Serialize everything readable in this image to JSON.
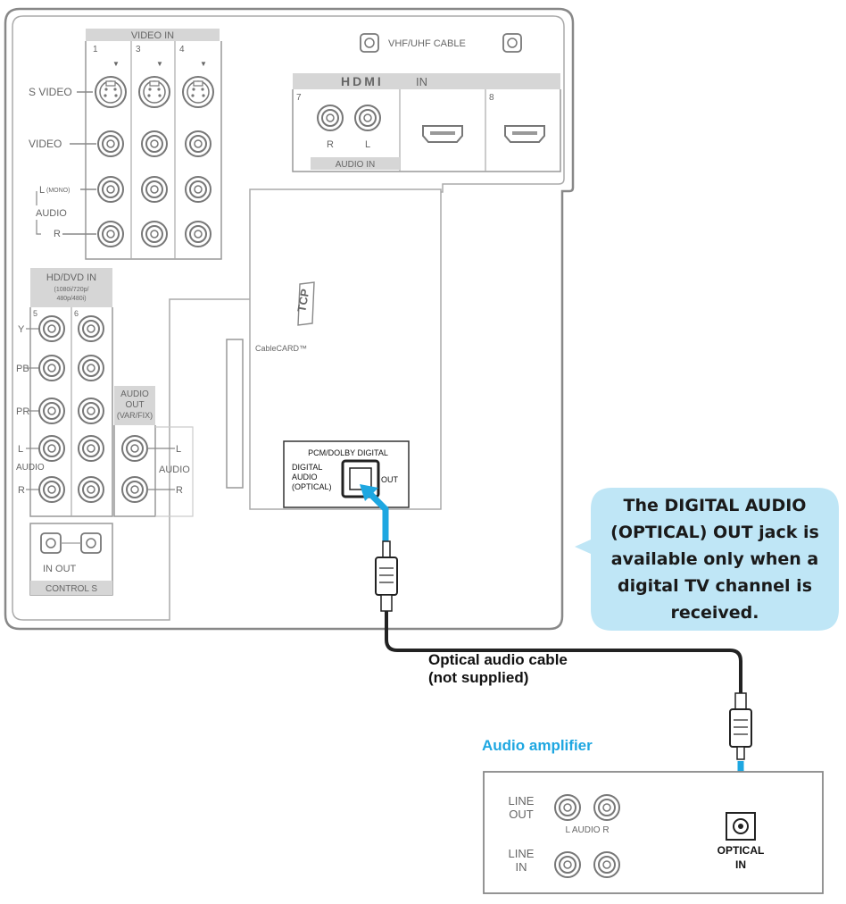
{
  "tv_panel": {
    "video_in": {
      "title": "VIDEO IN",
      "input_numbers": [
        "1",
        "3",
        "4"
      ],
      "s_video_label": "S VIDEO",
      "video_label": "VIDEO",
      "audio_l_label": "L",
      "mono_label": "(MONO)",
      "audio_label": "AUDIO",
      "audio_r_label": "R"
    },
    "cable": {
      "label": "VHF/UHF CABLE"
    },
    "hdmi": {
      "logo": "HDMI",
      "in_label": "IN",
      "input_numbers": [
        "7",
        "8"
      ],
      "audio_r": "R",
      "audio_l": "L",
      "audio_in_label": "AUDIO IN"
    },
    "hd_dvd": {
      "title": "HD/DVD IN",
      "subtitle1": "(1080i/720p/",
      "subtitle2": "480p/480i)",
      "input_numbers": [
        "5",
        "6"
      ],
      "y_label": "Y",
      "pb_label": "PB",
      "pr_label": "PR",
      "l_label": "L",
      "audio_label": "AUDIO",
      "r_label": "R"
    },
    "audio_out": {
      "title1": "AUDIO",
      "title2": "OUT",
      "title3": "(VAR/FIX)",
      "l_label": "L",
      "audio_label": "AUDIO",
      "r_label": "R"
    },
    "control_s": {
      "in_out_label": "IN OUT",
      "title": "CONTROL S"
    },
    "cablecard": {
      "label": "CableCARD™"
    },
    "optical_out": {
      "header": "PCM/DOLBY DIGITAL",
      "line1": "DIGITAL",
      "line2": "AUDIO",
      "line3": "(OPTICAL)",
      "out_label": "OUT"
    }
  },
  "note": {
    "line1": "The DIGITAL AUDIO",
    "line2": "(OPTICAL) OUT jack is",
    "line3": "available only when a",
    "line4": "digital TV channel is",
    "line5": "received."
  },
  "cable_label": {
    "line1": "Optical audio cable",
    "line2": "(not supplied)"
  },
  "amplifier": {
    "title": "Audio amplifier",
    "line_out1": "LINE",
    "line_out2": "OUT",
    "audio_lr": "L AUDIO R",
    "line_in1": "LINE",
    "line_in2": "IN",
    "optical1": "OPTICAL",
    "optical2": "IN"
  },
  "colors": {
    "accent_blue": "#1ea7e1",
    "note_fill": "#bfe6f6",
    "panel_stroke": "#888888"
  }
}
